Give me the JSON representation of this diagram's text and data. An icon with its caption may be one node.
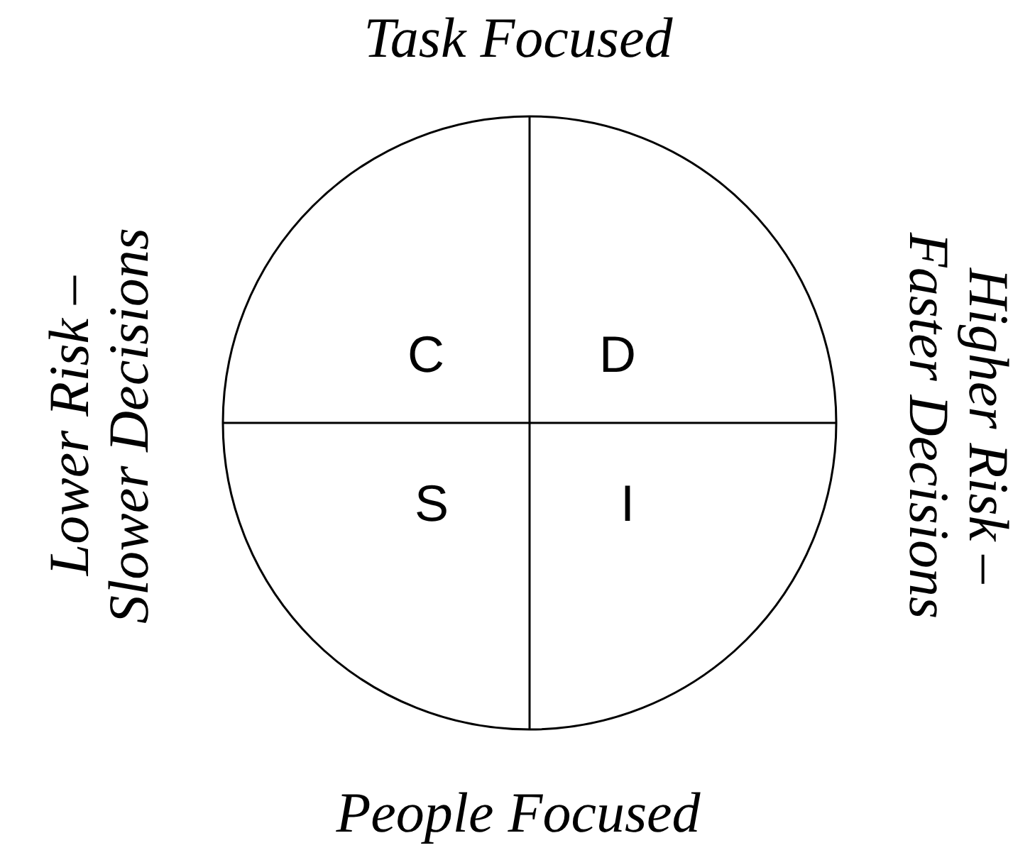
{
  "diagram": {
    "nodes": [
      {
        "text": [],
        "shape": "circle"
      },
      {
        "text": [
          "C"
        ],
        "in": 0
      },
      {
        "text": [
          "D"
        ],
        "in": 0
      },
      {
        "text": [
          "S"
        ],
        "in": 0
      },
      {
        "text": [
          "I"
        ],
        "in": 0
      }
    ],
    "labels": [
      "Task Focused",
      "Lower Risk – Slower Decisions",
      "Higher Risk – Faster Decisions",
      "People Focused"
    ]
  }
}
